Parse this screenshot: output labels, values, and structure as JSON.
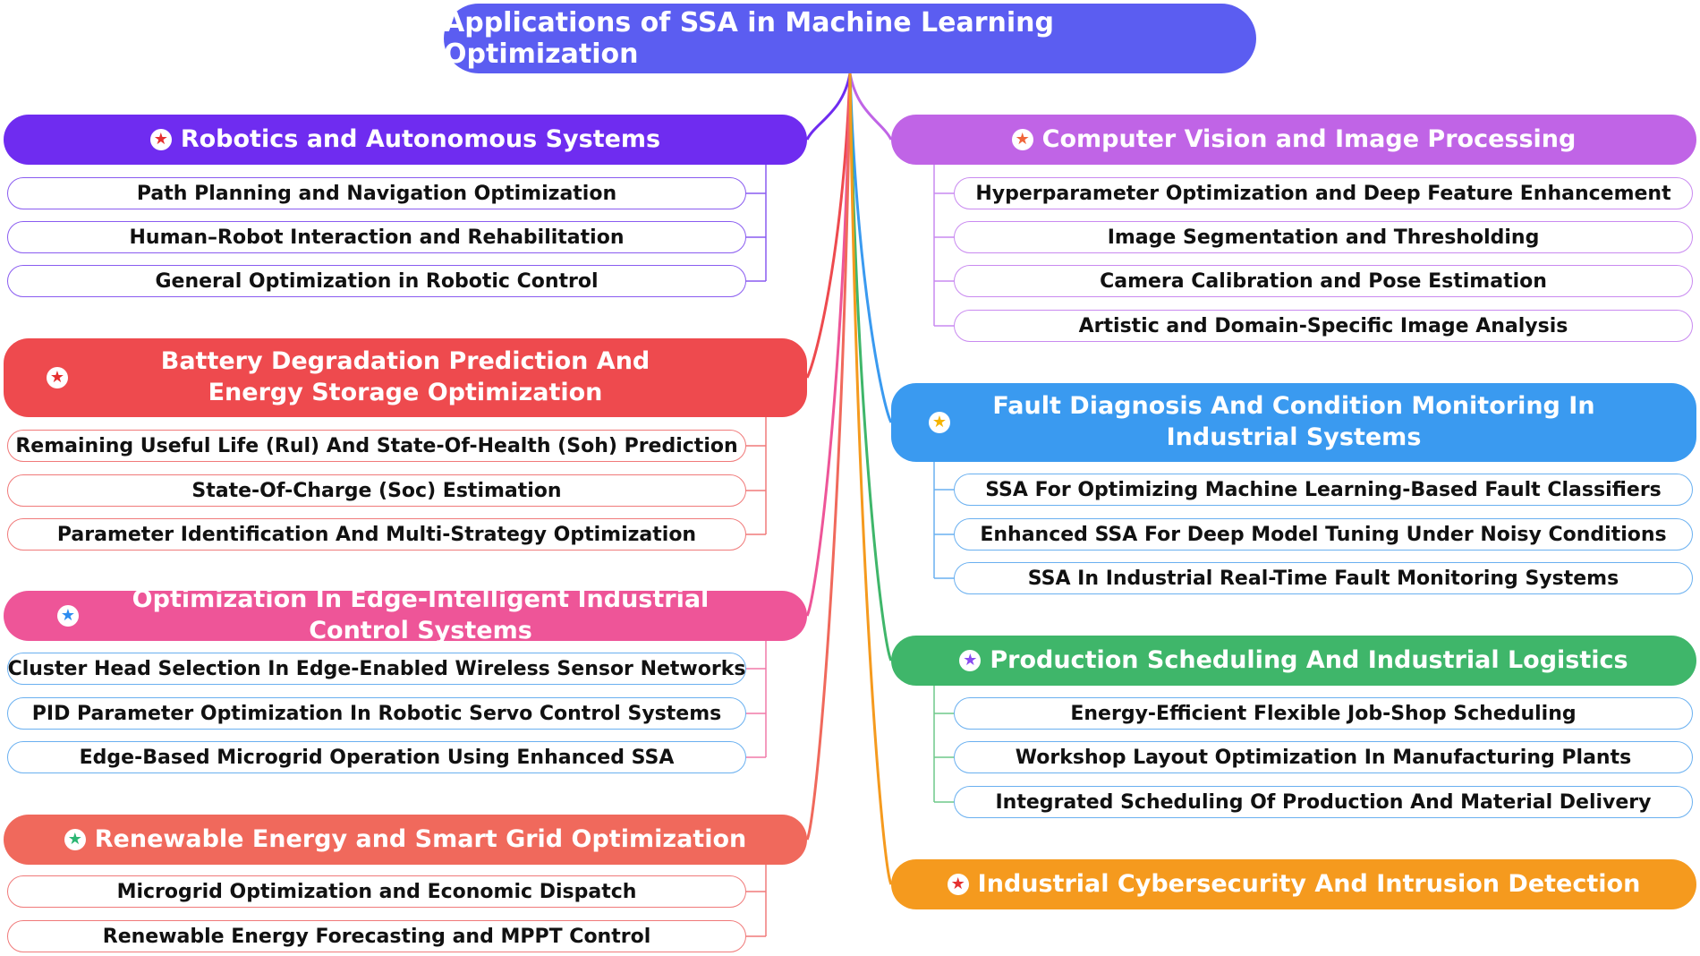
{
  "title": "Applications of SSA in Machine Learning Optimization",
  "colors": {
    "root": "#5b5df1",
    "robotics": "#6f2cf0",
    "battery": "#ee4a4e",
    "edge": "#ee5598",
    "renewable": "#f0695c",
    "vision": "#c064e6",
    "fault": "#3a9af0",
    "production": "#3fb66a",
    "cyber": "#f59a1e"
  },
  "categories": {
    "robotics": {
      "label": "Robotics and Autonomous Systems",
      "items": [
        "Path Planning and Navigation Optimization",
        "Human–Robot Interaction and Rehabilitation",
        "General Optimization in Robotic Control"
      ]
    },
    "battery": {
      "label": "Battery Degradation Prediction And Energy Storage Optimization",
      "items": [
        "Remaining Useful Life (Rul) And State-Of-Health (Soh) Prediction",
        "State-Of-Charge (Soc) Estimation",
        "Parameter Identification And Multi-Strategy Optimization"
      ]
    },
    "edge": {
      "label": "Optimization In Edge-Intelligent Industrial Control Systems",
      "items": [
        "Cluster Head Selection In Edge-Enabled Wireless Sensor Networks",
        "PID Parameter Optimization In Robotic Servo Control Systems",
        "Edge-Based Microgrid Operation Using Enhanced SSA"
      ]
    },
    "renewable": {
      "label": "Renewable Energy and Smart Grid Optimization",
      "items": [
        "Microgrid Optimization and Economic Dispatch",
        "Renewable Energy Forecasting and MPPT Control"
      ]
    },
    "vision": {
      "label": "Computer Vision and Image Processing",
      "items": [
        "Hyperparameter Optimization and Deep Feature Enhancement",
        "Image Segmentation and Thresholding",
        "Camera Calibration and Pose Estimation",
        "Artistic and Domain-Specific Image Analysis"
      ]
    },
    "fault": {
      "label": "Fault Diagnosis And Condition Monitoring In Industrial Systems",
      "items": [
        "SSA For Optimizing Machine Learning-Based Fault Classifiers",
        "Enhanced SSA For Deep Model Tuning Under Noisy Conditions",
        "SSA In Industrial Real-Time Fault Monitoring Systems"
      ]
    },
    "production": {
      "label": "Production Scheduling And Industrial Logistics",
      "items": [
        "Energy-Efficient Flexible Job-Shop Scheduling",
        "Workshop Layout Optimization In Manufacturing Plants",
        "Integrated Scheduling Of Production And Material Delivery"
      ]
    },
    "cyber": {
      "label": "Industrial Cybersecurity And Intrusion Detection",
      "items": []
    }
  }
}
